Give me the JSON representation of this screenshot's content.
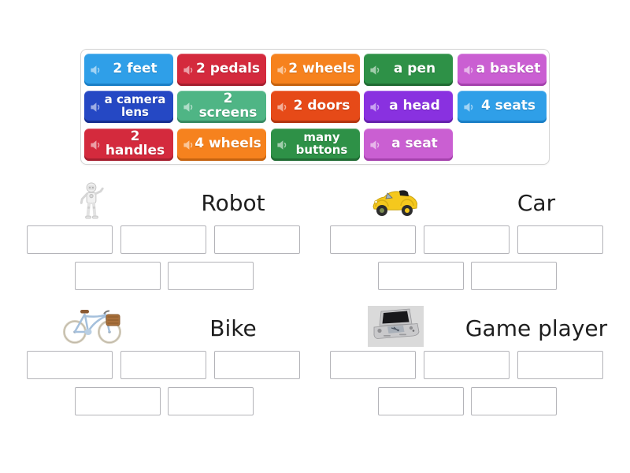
{
  "activity": {
    "type": "group-sort",
    "background": "#ffffff"
  },
  "palette": {
    "blue": {
      "bg": "#2f9fe8",
      "edge": "#1b7fc6"
    },
    "red": {
      "bg": "#d42a3d",
      "edge": "#a51f2f"
    },
    "orange": {
      "bg": "#f6821e",
      "edge": "#c56310"
    },
    "green": {
      "bg": "#2e9147",
      "edge": "#206b33"
    },
    "orchid": {
      "bg": "#ca5fd2",
      "edge": "#a542ad"
    },
    "darkblue": {
      "bg": "#2548c4",
      "edge": "#182f8f"
    },
    "seagreen": {
      "bg": "#4fb585",
      "edge": "#398a63"
    },
    "orangered": {
      "bg": "#e64a18",
      "edge": "#b23710"
    },
    "violet": {
      "bg": "#8931e0",
      "edge": "#6622ad"
    }
  },
  "word_bank": {
    "tiles": [
      {
        "label": "2 feet",
        "color": "blue"
      },
      {
        "label": "2 pedals",
        "color": "red"
      },
      {
        "label": "2 wheels",
        "color": "orange"
      },
      {
        "label": "a pen",
        "color": "green"
      },
      {
        "label": "a basket",
        "color": "orchid"
      },
      {
        "label": "a camera lens",
        "color": "darkblue"
      },
      {
        "label": "2 screens",
        "color": "seagreen"
      },
      {
        "label": "2 doors",
        "color": "orangered"
      },
      {
        "label": "a head",
        "color": "violet"
      },
      {
        "label": "4 seats",
        "color": "blue"
      },
      {
        "label": "2 handles",
        "color": "red"
      },
      {
        "label": "4 wheels",
        "color": "orange"
      },
      {
        "label": "many buttons",
        "color": "green"
      },
      {
        "label": "a seat",
        "color": "orchid"
      }
    ],
    "tile_icon": "speaker-icon"
  },
  "groups": [
    {
      "name": "Robot",
      "image": "robot",
      "empty_slots": 5
    },
    {
      "name": "Car",
      "image": "yellow-toy-car",
      "empty_slots": 5
    },
    {
      "name": "Bike",
      "image": "blue-bicycle",
      "empty_slots": 5
    },
    {
      "name": "Game player",
      "image": "handheld-game-console",
      "empty_slots": 5
    }
  ]
}
